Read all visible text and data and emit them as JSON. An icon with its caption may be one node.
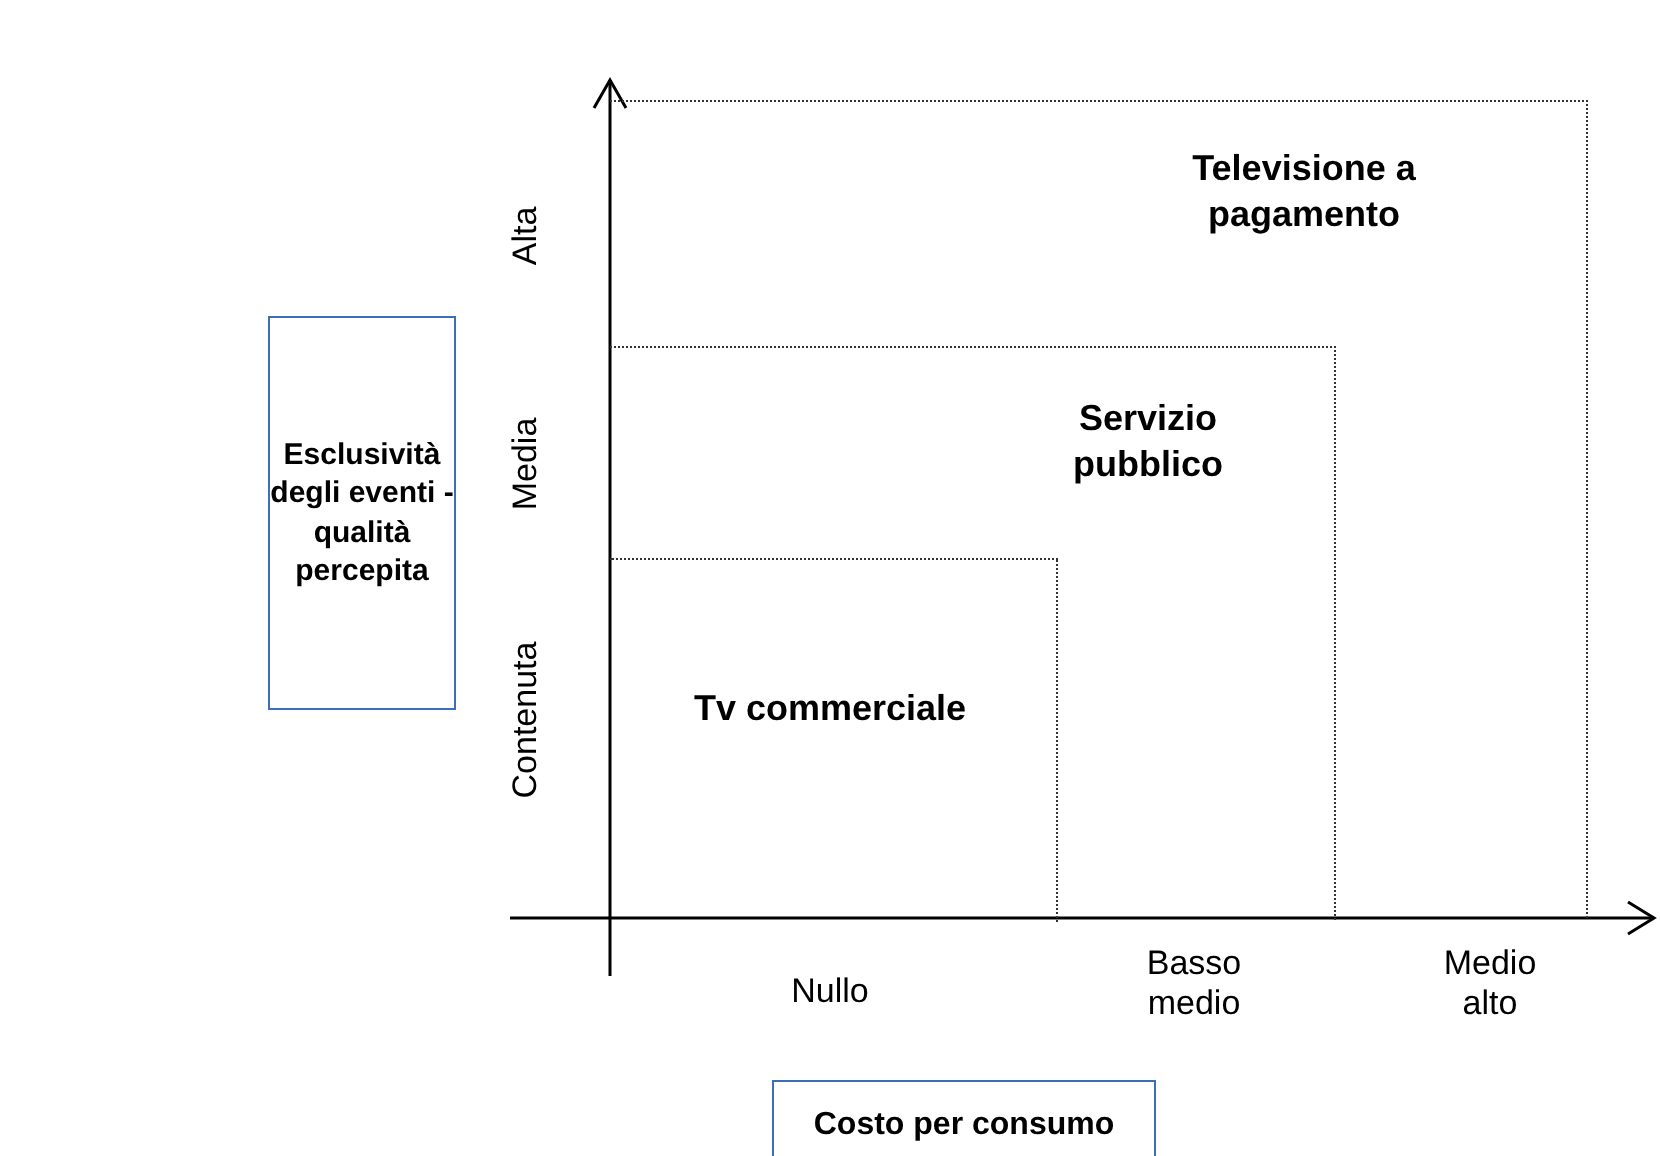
{
  "diagram": {
    "nodes": [
      {
        "text": [
          "Esclusività degli eventi - qualità percepita"
        ]
      },
      {
        "text": [
          "Televisione a pagamento"
        ]
      },
      {
        "text": [
          "Servizio pubblico"
        ],
        "in": 1
      },
      {
        "text": [
          "Tv commerciale"
        ],
        "in": 2
      },
      {
        "text": [
          "Costo per consumo"
        ]
      }
    ],
    "labels": [
      "Alta",
      "Media",
      "Contenuta",
      "Nullo",
      "Basso medio",
      "Medio alto"
    ]
  }
}
